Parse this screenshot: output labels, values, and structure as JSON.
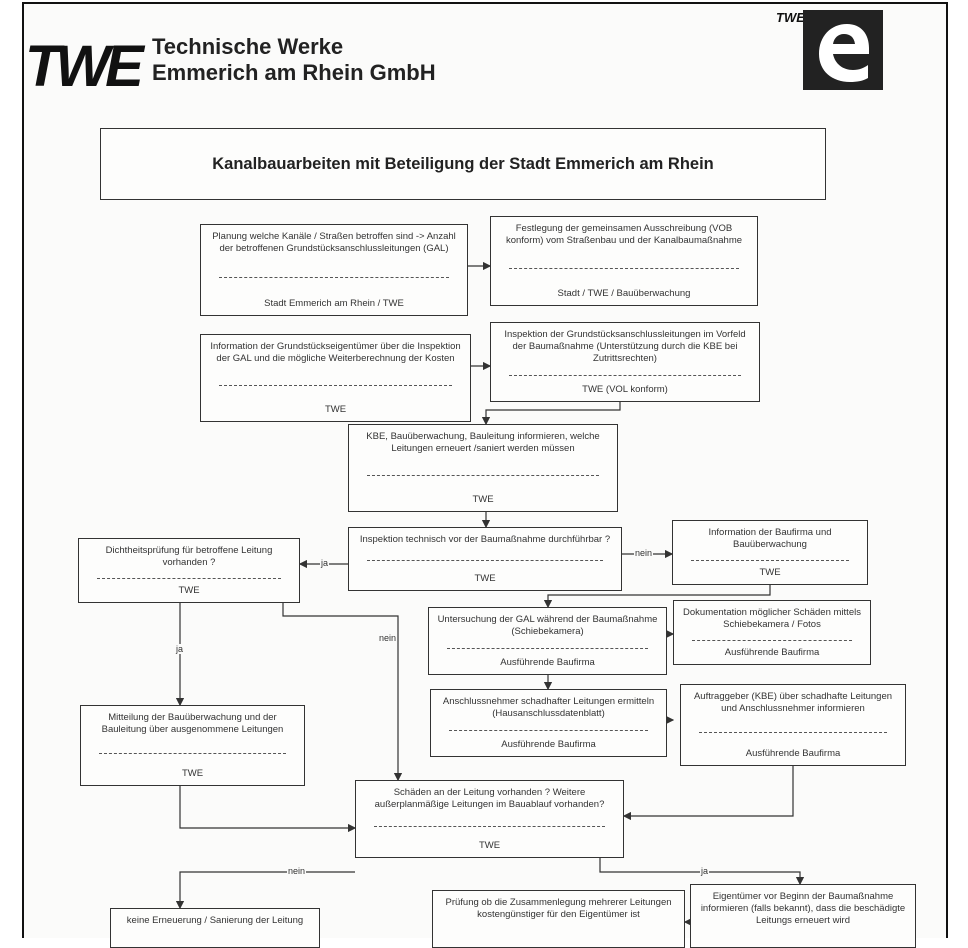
{
  "header": {
    "logo": "TWE",
    "company_line1": "Technische Werke",
    "company_line2": "Emmerich am Rhein GmbH",
    "badge_label": "TWE",
    "badge_letter": "e"
  },
  "title": "Kanalbauarbeiten mit Beteiligung der Stadt Emmerich am Rhein",
  "boxes": {
    "b1": {
      "text": "Planung welche Kanäle / Straßen betroffen sind -> Anzahl der betroffenen Grundstücksanschlussleitungen (GAL)",
      "who": "Stadt Emmerich am Rhein / TWE"
    },
    "b2": {
      "text": "Festlegung der gemeinsamen Ausschreibung (VOB konform) vom Straßenbau und der Kanalbaumaßnahme",
      "who": "Stadt / TWE / Bauüberwachung"
    },
    "b3": {
      "text": "Information der Grundstückseigentümer über die Inspektion der GAL und die mögliche Weiterberechnung der Kosten",
      "who": "TWE"
    },
    "b4": {
      "text": "Inspektion der Grundstücksanschlussleitungen im Vorfeld der Baumaßnahme (Unterstützung durch die KBE bei Zutrittsrechten)",
      "who": "TWE (VOL konform)"
    },
    "b5": {
      "text": "KBE, Bauüberwachung, Bauleitung informieren, welche Leitungen erneuert /saniert werden müssen",
      "who": "TWE"
    },
    "b6": {
      "text": "Inspektion technisch vor der Baumaßnahme durchführbar ?",
      "who": "TWE"
    },
    "b7": {
      "text": "Dichtheitsprüfung für betroffene Leitung vorhanden ?",
      "who": "TWE"
    },
    "b8": {
      "text": "Information der Baufirma und Bauüberwachung",
      "who": "TWE"
    },
    "b9": {
      "text": "Untersuchung der GAL während der Baumaßnahme (Schiebekamera)",
      "who": "Ausführende Baufirma"
    },
    "b10": {
      "text": "Dokumentation möglicher Schäden mittels Schiebekamera / Fotos",
      "who": "Ausführende Baufirma"
    },
    "b11": {
      "text": "Anschlussnehmer schadhafter Leitungen ermitteln (Hausanschlussdatenblatt)",
      "who": "Ausführende Baufirma"
    },
    "b12": {
      "text": "Auftraggeber (KBE) über schadhafte Leitungen und Anschlussnehmer informieren",
      "who": "Ausführende Baufirma"
    },
    "b13": {
      "text": "Mitteilung der Bauüberwachung und der Bauleitung über ausgenommene Leitungen",
      "who": "TWE"
    },
    "b14": {
      "text": "Schäden an der Leitung vorhanden ? Weitere außerplanmäßige Leitungen im Bauablauf vorhanden?",
      "who": "TWE"
    },
    "b15": {
      "text": "keine Erneuerung / Sanierung der Leitung",
      "who": ""
    },
    "b16": {
      "text": "Prüfung ob die Zusammenlegung mehrerer Leitungen kostengünstiger für den Eigentümer ist",
      "who": ""
    },
    "b17": {
      "text": "Eigentümer vor Beginn der Baumaßnahme informieren (falls bekannt), dass die beschädigte Leitungs erneuert wird",
      "who": ""
    }
  },
  "labels": {
    "ja_left": "ja",
    "nein_right": "nein",
    "ja_down": "ja",
    "nein_down": "nein",
    "nein_bottom": "nein",
    "ja_bottom": "ja"
  }
}
